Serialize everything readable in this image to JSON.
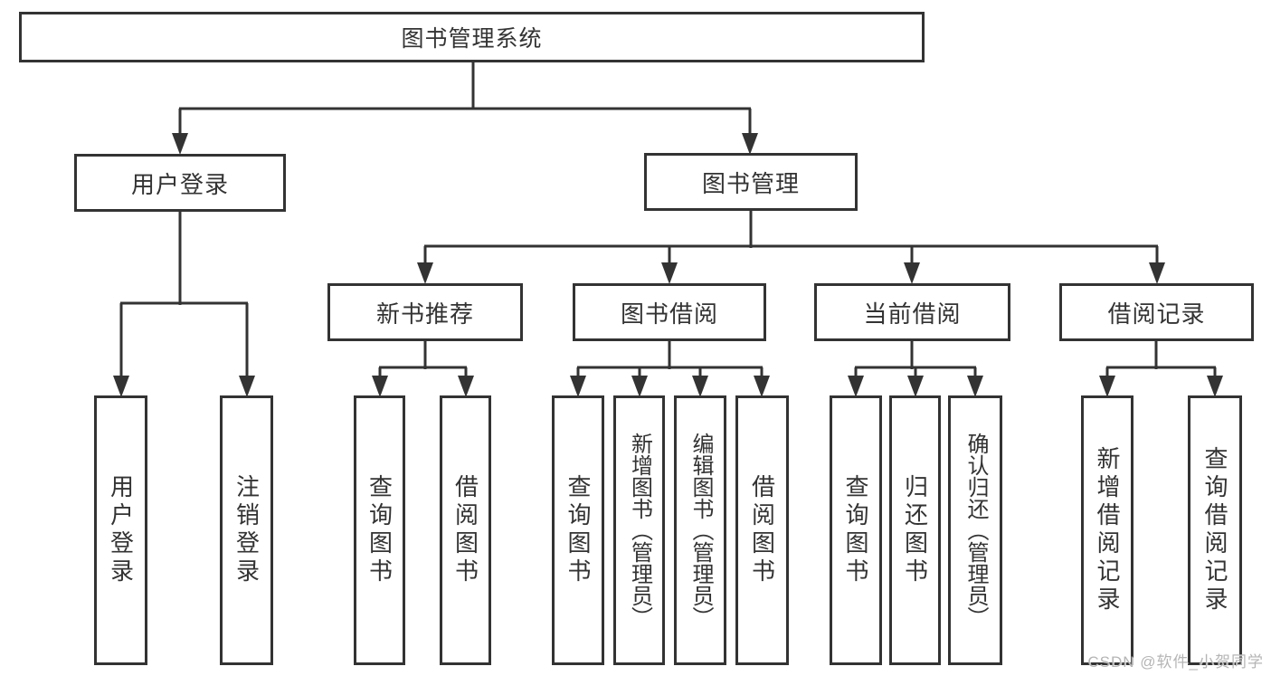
{
  "diagram_title": "图书管理系统",
  "colors": {
    "line": "#333333",
    "box_border": "#333333",
    "text": "#333333",
    "watermark": "#b5b5b5",
    "background": "#ffffff"
  },
  "watermark": {
    "text": "CSDN @软件_小贺同学"
  },
  "tree": {
    "root": {
      "label": "图书管理系统",
      "children": [
        {
          "label": "用户登录",
          "children": [
            {
              "label": "用户登录"
            },
            {
              "label": "注销登录"
            }
          ]
        },
        {
          "label": "图书管理",
          "children": [
            {
              "label": "新书推荐",
              "children": [
                {
                  "label": "查询图书"
                },
                {
                  "label": "借阅图书"
                }
              ]
            },
            {
              "label": "图书借阅",
              "children": [
                {
                  "label": "查询图书"
                },
                {
                  "label": "新增图书（管理员）"
                },
                {
                  "label": "编辑图书（管理员）"
                },
                {
                  "label": "借阅图书"
                }
              ]
            },
            {
              "label": "当前借阅",
              "children": [
                {
                  "label": "查询图书"
                },
                {
                  "label": "归还图书"
                },
                {
                  "label": "确认归还（管理员）"
                }
              ]
            },
            {
              "label": "借阅记录",
              "children": [
                {
                  "label": "新增借阅记录"
                },
                {
                  "label": "查询借阅记录"
                }
              ]
            }
          ]
        }
      ]
    }
  }
}
